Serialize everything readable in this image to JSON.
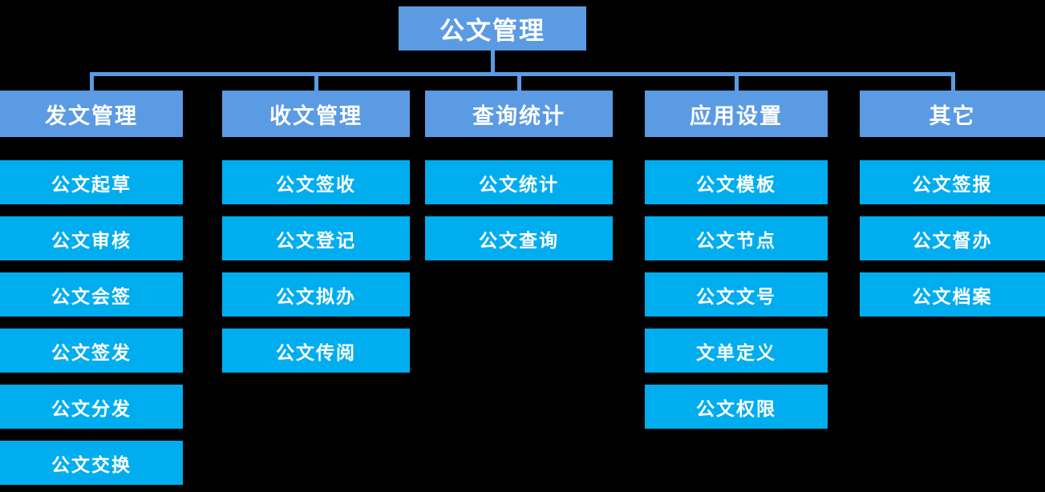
{
  "chart_data": {
    "type": "diagram",
    "diagram_type": "organizational-tree",
    "title": "公文管理",
    "orientation": "top-down",
    "levels": 3,
    "colors": {
      "background": "#000000",
      "level1_node": "#5B9BE3",
      "level2_node": "#5B9BE3",
      "level3_node": "#00ADEF",
      "connector": "#5B9BE3",
      "text": "#FFFFFF"
    },
    "root": {
      "label": "公文管理"
    },
    "branches": [
      {
        "label": "发文管理",
        "children": [
          "公文起草",
          "公文审核",
          "公文会签",
          "公文签发",
          "公文分发",
          "公文交换"
        ]
      },
      {
        "label": "收文管理",
        "children": [
          "公文签收",
          "公文登记",
          "公文拟办",
          "公文传阅"
        ]
      },
      {
        "label": "查询统计",
        "children": [
          "公文统计",
          "公文查询"
        ]
      },
      {
        "label": "应用设置",
        "children": [
          "公文模板",
          "公文节点",
          "公文文号",
          "文单定义",
          "公文权限"
        ]
      },
      {
        "label": "其它",
        "children": [
          "公文签报",
          "公文督办",
          "公文档案"
        ]
      }
    ]
  }
}
